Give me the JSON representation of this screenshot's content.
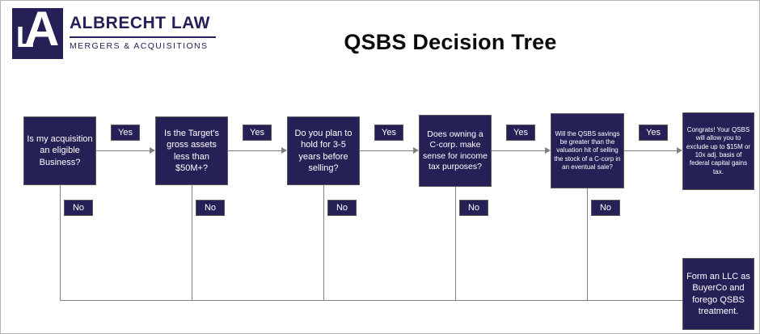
{
  "header": {
    "logo": {
      "monogram_l": "L",
      "monogram_a": "A",
      "brand": "ALBRECHT LAW",
      "tagline": "MERGERS & ACQUISITIONS"
    },
    "title": "QSBS Decision Tree"
  },
  "flow": {
    "yes_label": "Yes",
    "no_label": "No",
    "nodes": [
      "Is my acquisition an eligible Business?",
      "Is the Target's gross assets less than $50M+?",
      "Do you plan to hold for 3-5 years before selling?",
      "Does owning a C-corp. make sense for income tax purposes?",
      "Will the QSBS savings be greater than the valuation hit of selling the stock of a C-corp in an eventual sale?",
      "Congrats! Your QSBS will allow you to exclude up to $15M or 10x adj. basis of federal capital gains tax."
    ],
    "fallback_text": "Form an LLC as BuyerCo and forego QSBS treatment."
  },
  "colors": {
    "navy": "#252157",
    "line": "#7f7f7f",
    "white": "#ffffff"
  }
}
